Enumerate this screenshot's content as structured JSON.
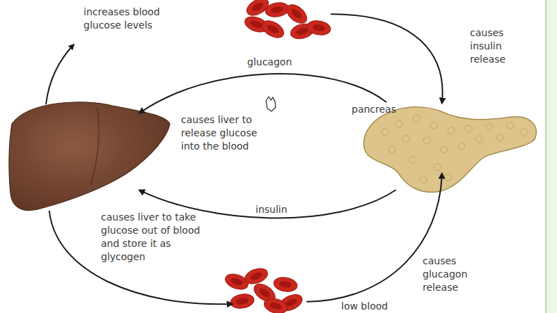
{
  "diagram": {
    "nodes": [
      {
        "text": []
      },
      {
        "text": []
      },
      {
        "text": [
          "pancreas"
        ]
      },
      {
        "text": [
          "low blood"
        ]
      }
    ],
    "edges": [
      {
        "from": 0,
        "to": 2,
        "arrow": "to",
        "label": "causes insulin release"
      },
      {
        "from": 2,
        "to": 1,
        "arrow": "to",
        "label": "glucagon"
      },
      {
        "from": 2,
        "to": 1,
        "arrow": "to",
        "label": "insulin"
      },
      {
        "from": 1,
        "to": 3,
        "arrow": "to"
      },
      {
        "from": 3,
        "to": 2,
        "arrow": "to",
        "label": "causes glucagon release"
      }
    ],
    "labels": [
      "increases blood glucose levels",
      "causes liver to release glucose into the blood",
      "causes liver to take glucose out of blood and store it as glycogen"
    ]
  }
}
